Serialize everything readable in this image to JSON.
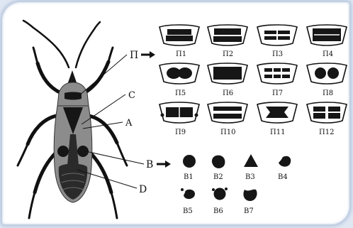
{
  "callouts": {
    "pronotum": "П",
    "scutellum": "C",
    "hemielytra_spot_a": "A",
    "spots": "B",
    "membrane": "D"
  },
  "pronotum_patterns": [
    "П1",
    "П2",
    "П3",
    "П4",
    "П5",
    "П6",
    "П7",
    "П8",
    "П9",
    "П10",
    "П11",
    "П12"
  ],
  "spot_shapes": [
    "B1",
    "B2",
    "B3",
    "B4",
    "B5",
    "B6",
    "B7"
  ],
  "colors": {
    "body": "#8c8c8c",
    "markings": "#161616",
    "frame_glow": "#b9c8de"
  }
}
